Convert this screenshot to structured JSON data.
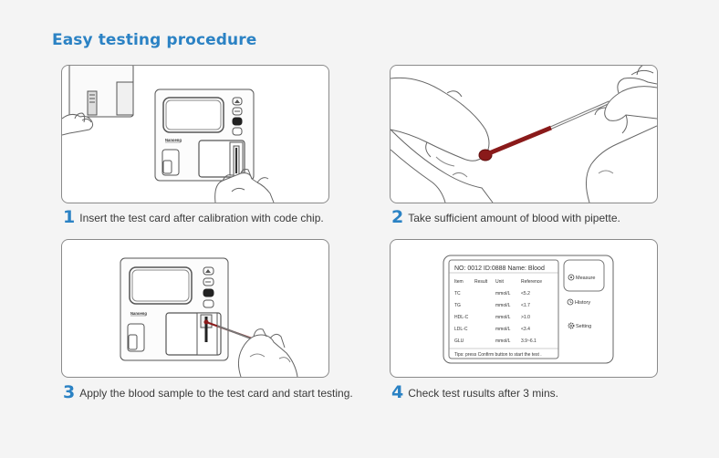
{
  "title": "Easy testing procedure",
  "steps": [
    {
      "number": "1",
      "text": "Insert the test card after calibration with code chip."
    },
    {
      "number": "2",
      "text": "Take sufficient amount of blood with pipette."
    },
    {
      "number": "3",
      "text": "Apply the blood sample to the test card and start testing."
    },
    {
      "number": "4",
      "text": "Check test rusults after 3 mins."
    }
  ],
  "device": {
    "brand": "Nanoeng"
  },
  "result_screen": {
    "header": "NO: 0012 ID:0888 Name:  Blood",
    "columns": [
      "Item",
      "Result",
      "Unit",
      "Reference"
    ],
    "rows": [
      {
        "item": "TC",
        "unit": "mmol/L",
        "ref": "<5.2"
      },
      {
        "item": "TG",
        "unit": "mmol/L",
        "ref": "<1.7"
      },
      {
        "item": "HDL-C",
        "unit": "mmol/L",
        "ref": ">1.0"
      },
      {
        "item": "LDL-C",
        "unit": "mmol/L",
        "ref": "<3.4"
      },
      {
        "item": "GLU",
        "unit": "mmol/L",
        "ref": "3.9~6.1"
      }
    ],
    "tips": "Tips: press Confirm button to start the test .",
    "buttons": [
      {
        "label": "Measure",
        "icon": "target-icon"
      },
      {
        "label": "History",
        "icon": "clock-icon"
      },
      {
        "label": "Setting",
        "icon": "gear-icon"
      }
    ]
  }
}
